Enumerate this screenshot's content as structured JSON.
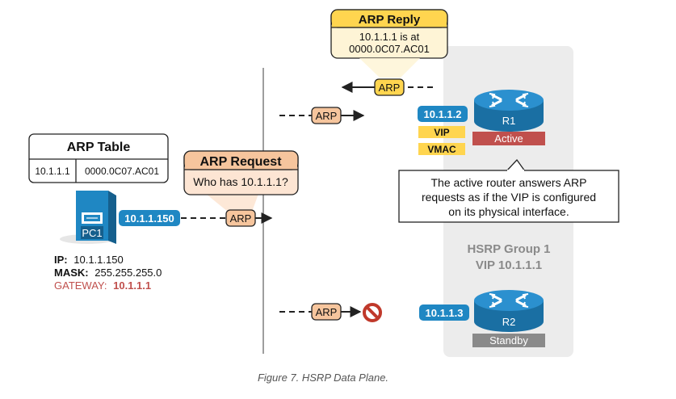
{
  "arp_reply": {
    "title": "ARP Reply",
    "line1": "10.1.1.1 is at",
    "line2": "0000.0C07.AC01"
  },
  "arp_request": {
    "title": "ARP Request",
    "question": "Who has 10.1.1.1?"
  },
  "arp_table": {
    "title": "ARP Table",
    "ip": "10.1.1.1",
    "mac": "0000.0C07.AC01"
  },
  "arp_label": "ARP",
  "pc1": {
    "name": "PC1",
    "address_tag": "10.1.1.150",
    "ip_label": "IP:",
    "ip_value": "10.1.1.150",
    "mask_label": "MASK:",
    "mask_value": "255.255.255.0",
    "gateway_label": "GATEWAY:",
    "gateway_value": "10.1.1.1"
  },
  "r1": {
    "name": "R1",
    "status": "Active",
    "address_tag": "10.1.1.2",
    "tag_vip": "VIP",
    "tag_vmac": "VMAC"
  },
  "r2": {
    "name": "R2",
    "status": "Standby",
    "address_tag": "10.1.1.3"
  },
  "note": {
    "line1": "The active router answers ARP",
    "line2": "requests as if the VIP is configured",
    "line3": "on its physical interface."
  },
  "hsrp_group": {
    "line1": "HSRP Group 1",
    "line2": "VIP 10.1.1.1"
  },
  "caption": "Figure 7. HSRP Data Plane.",
  "colors": {
    "blue_tag": "#1f87c3",
    "router_blue": "#1a7db8",
    "active_red": "#c0504d",
    "standby_gray": "#8a8a8a",
    "arp_orange": "#f6c59d",
    "arp_yellow": "#ffd54f",
    "reply_box": "#fef4d6",
    "request_box": "#fde5d3",
    "group_bg": "#ececec",
    "gateway_red": "#c0504d",
    "deny_red": "#c0392b"
  }
}
